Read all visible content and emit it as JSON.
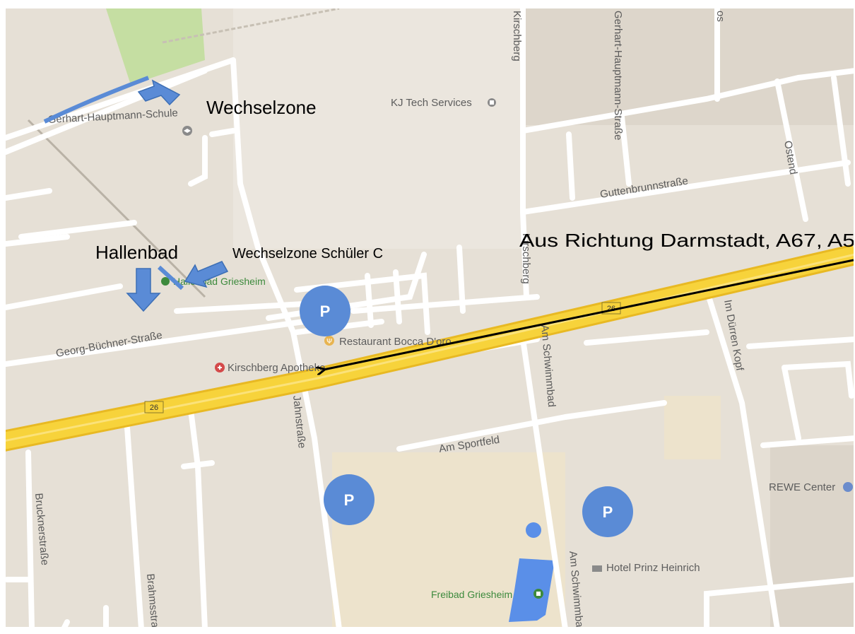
{
  "colors": {
    "background": "#e6e0d6",
    "road": "#ffffff",
    "highway_fill": "#f7d33b",
    "highway_edge": "#e8b923",
    "park": "#c5dea2",
    "water": "#5a8fe8",
    "marker": "#5a8bd6",
    "arrow": "#000000"
  },
  "pois": {
    "kj_tech": "KJ Tech Services",
    "school": "Gerhart-Hauptmann-Schule",
    "hallenbad_poi": "Hallenbad Griesheim",
    "restaurant": "Restaurant Bocca D'oro",
    "apotheke": "Kirschberg Apotheke",
    "rewe": "REWE Center",
    "hotel": "Hotel Prinz Heinrich",
    "freibad": "Freibad Griesheim"
  },
  "streets": {
    "georg_buechner": "Georg-Büchner-Straße",
    "guttenbrunn": "Guttenbrunnstraße",
    "hauptmann": "Gerhart-Hauptmann-Straße",
    "kirschberg": "Kirschberg",
    "kirschberg_top": "Kirschberg",
    "am_schwimmbad": "Am Schwimmbad",
    "am_schwimmbad_2": "Am Schwimmbad",
    "im_duerren_kopf": "Im Dürren Kopf",
    "ostend": "Ostend",
    "am_sportfeld": "Am Sportfeld",
    "jahnstrasse": "Jahnstraße",
    "brucknerstrasse": "Brucknerstraße",
    "brahmsstrasse": "Brahmsstraße",
    "os_fragment": "os"
  },
  "shields": {
    "route_left": "26",
    "route_right": "26"
  },
  "annotations": {
    "wechselzone": "Wechselzone",
    "hallenbad": "Hallenbad",
    "wechselzone_c": "Wechselzone Schüler C",
    "darmstadt": "Aus Richtung Darmstadt, A67, A5"
  },
  "parking": {
    "p1": "P",
    "p2": "P",
    "p3": "P"
  }
}
